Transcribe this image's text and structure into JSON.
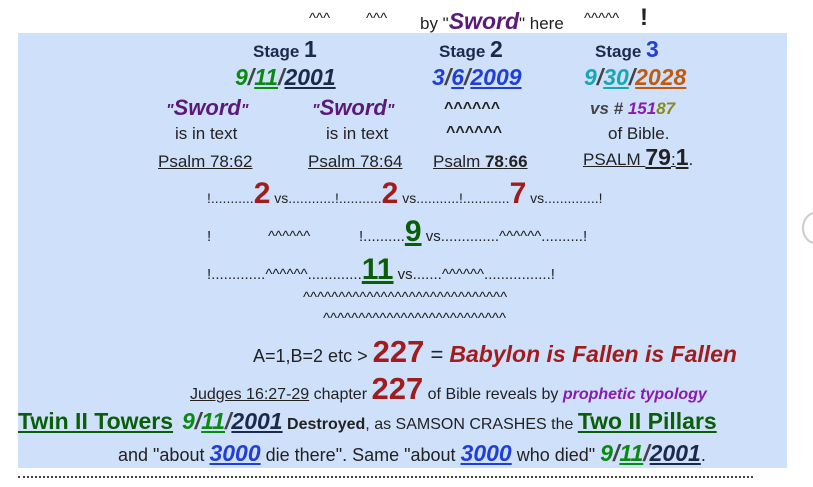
{
  "top": {
    "caret1": "^^^",
    "caret2": "^^^",
    "by": "by \"",
    "sword": "Sword",
    "here": "\" here",
    "caret3": "^^^^^",
    "bang": "!"
  },
  "stages": [
    {
      "label": "Stage ",
      "num": "1",
      "date_m": "9",
      "date_d": "11",
      "date_y": "2001",
      "q1": "\"",
      "word": "Sword",
      "q2": "\"",
      "line2": "is in text",
      "ref": "Psalm 78:62"
    },
    {
      "label": "Stage ",
      "num": "2",
      "date_m": "3",
      "date_d": "6",
      "date_y": "2009",
      "q1": "\"",
      "word": "Sword",
      "q2": "\"",
      "line2": "is in text",
      "ref": "Psalm 78:64"
    },
    {
      "label": "Stage ",
      "num": "3",
      "date_m": "9",
      "date_d": "30",
      "date_y": "2028",
      "vs": "vs # ",
      "n1": "151",
      "n2": "87",
      "line2": "of Bible.",
      "ref_a": "PSALM ",
      "ref_b": "79",
      "ref_c": ":",
      "ref_d": "1",
      "ref_e": "."
    }
  ],
  "mid_ref": {
    "a": "Psalm ",
    "b": "78",
    "c": ":",
    "d": "66"
  },
  "mid_carets": {
    "c1": "^^^^^^",
    "c2": "^^^^^^"
  },
  "row1": {
    "a": "!...........",
    "n1": "2",
    "b": " vs............!...........",
    "n2": "2",
    "c": " vs...........!............",
    "n3": "7",
    "d": " vs..............!"
  },
  "row2": {
    "a": "!",
    "b": "^^^^^^",
    "c": "!..........",
    "n": "9",
    "d": " vs..............^^^^^^..........!"
  },
  "row3": {
    "a": "!.............^^^^^^.............",
    "n": "11",
    "b": " vs.......^^^^^^................!"
  },
  "caret_lines": [
    "^^^^^^^^^^^^^^^^^^^^^^^^^^^^^",
    "^^^^^^^^^^^^^^^^^^^^^^^^^^"
  ],
  "babylon": {
    "prefix": "A=1,B=2 etc > ",
    "num": "227",
    "eq": " = ",
    "text": "Babylon is Fallen is Fallen"
  },
  "judges": {
    "ref": "Judges 16:27-29",
    "chapter": " chapter ",
    "num": "227",
    "rest": " of Bible reveals by ",
    "prophetic": "prophetic typology"
  },
  "towers": {
    "twin": "Twin II Towers",
    "m": "9",
    "d": "11",
    "y": "2001",
    "destroyed": "Destroyed",
    "as": ", as SAMSON CRASHES the ",
    "pillars": "Two II Pillars"
  },
  "about": {
    "a": "and \"about ",
    "n1": "3000",
    "b": " die there\". Same \"about ",
    "n2": "3000",
    "c": " who died\" ",
    "m": "9",
    "d": "11",
    "y": "2001",
    "end": "."
  }
}
